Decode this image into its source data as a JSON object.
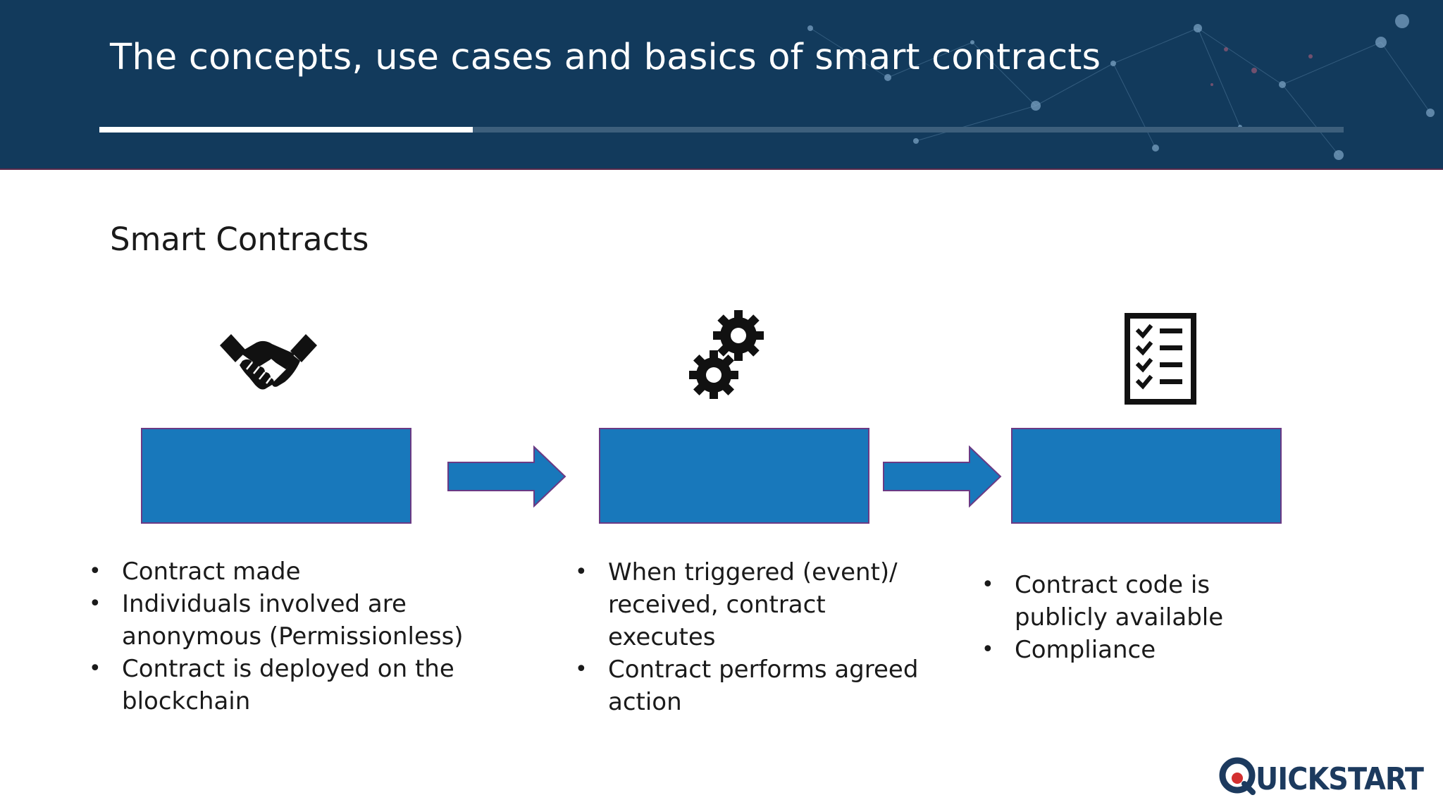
{
  "header": {
    "title": "The concepts, use cases and basics of smart contracts",
    "progress_percent": 30
  },
  "section": {
    "title": "Smart Contracts"
  },
  "steps": [
    {
      "icon": "handshake-icon",
      "bullets": [
        "Contract made",
        "Individuals involved are anonymous (Permissionless)",
        "Contract is deployed on the blockchain"
      ]
    },
    {
      "icon": "gears-icon",
      "bullets": [
        "When triggered (event)/ received, contract executes",
        "Contract performs agreed action"
      ]
    },
    {
      "icon": "checklist-icon",
      "bullets": [
        "Contract code is publicly available",
        "Compliance"
      ]
    }
  ],
  "colors": {
    "header_bg": "#123a5c",
    "box_fill": "#1878bb",
    "box_border": "#6b3a84",
    "logo_dark": "#1c3a5e",
    "logo_red": "#d32f2f"
  },
  "logo": {
    "text": "QUICKSTART"
  }
}
